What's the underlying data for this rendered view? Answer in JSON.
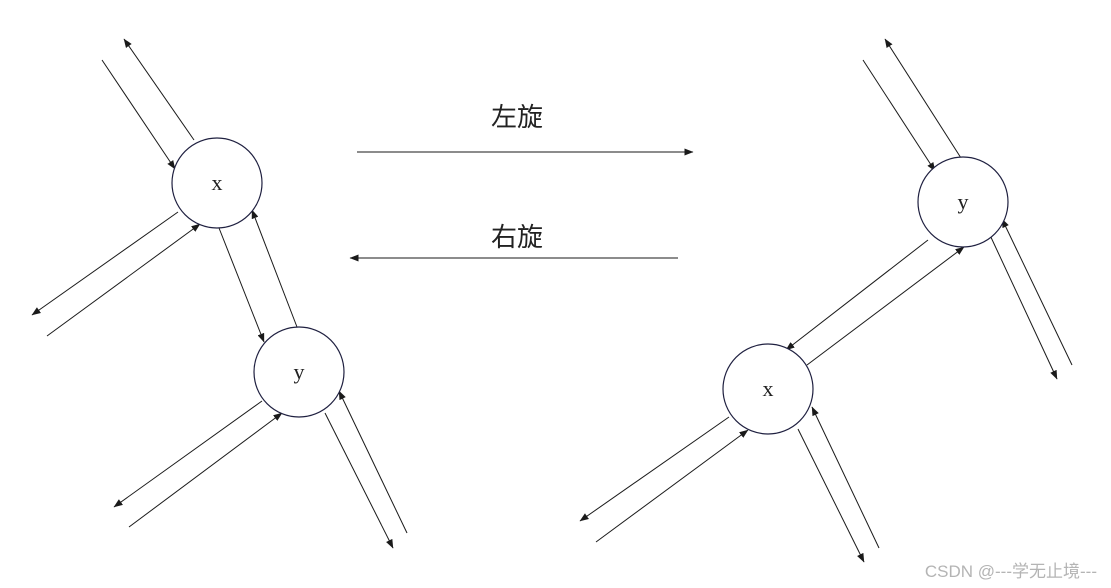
{
  "diagram": {
    "left_tree": {
      "top_node": "x",
      "bottom_node": "y"
    },
    "right_tree": {
      "top_node": "y",
      "bottom_node": "x"
    },
    "operations": {
      "left_rotation": "左旋",
      "right_rotation": "右旋"
    },
    "colors": {
      "line": "#1a1a1a",
      "node_stroke": "#1f2040",
      "watermark": "#b4b4b4"
    }
  },
  "watermark": "CSDN @---学无止境---"
}
